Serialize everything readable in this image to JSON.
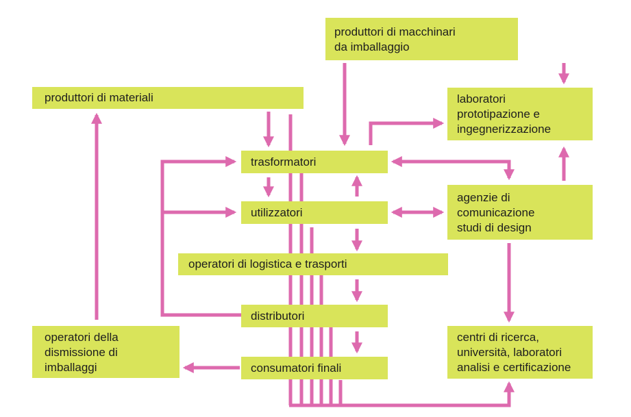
{
  "nodes": {
    "macchinari": [
      "produttori di macchinari",
      "da imballaggio"
    ],
    "materiali": [
      "produttori di materiali"
    ],
    "laboratori": [
      "laboratori",
      "prototipazione e",
      "ingegnerizzazione"
    ],
    "trasformatori": [
      "trasformatori"
    ],
    "utilizzatori": [
      "utilizzatori"
    ],
    "agenzie": [
      "agenzie di",
      "comunicazione",
      "studi di design"
    ],
    "logistica": [
      "operatori di logistica e trasporti"
    ],
    "distributori": [
      "distributori"
    ],
    "dismissione": [
      "operatori della",
      "dismissione di",
      "imballaggi"
    ],
    "consumatori": [
      "consumatori finali"
    ],
    "centri": [
      "centri di ricerca,",
      "università, laboratori",
      "analisi e certificazione"
    ]
  },
  "colors": {
    "box": "#d9e45a",
    "arrow": "#dd6aae",
    "text": "#1e1e1e"
  }
}
